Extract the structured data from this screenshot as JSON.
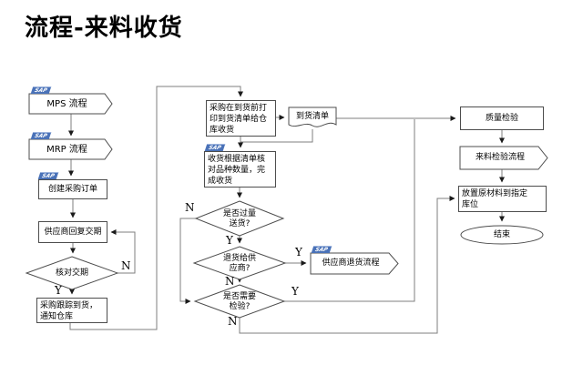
{
  "title": "流程-来料收货",
  "badge": "SAP",
  "colors": {
    "connector": "#7f7f7f",
    "shape_border": "#4d4d4d",
    "badge_blue": "#4a72b8",
    "text": "#000000",
    "background": "#ffffff"
  },
  "labels": {
    "yes": "Y",
    "no": "N"
  },
  "nodes": {
    "mps": {
      "label": "MPS 流程"
    },
    "mrp": {
      "label": "MRP 流程"
    },
    "create_po": {
      "label": "创建采购订单"
    },
    "supplier_reply": {
      "label": "供应商回复交期"
    },
    "check_date": {
      "label": "核对交期"
    },
    "track_arrival": {
      "lines": [
        "采购跟踪到货，",
        "通知仓库"
      ]
    },
    "print_list": {
      "lines": [
        "采购在到货前打",
        "印到货清单给仓",
        "库收货"
      ]
    },
    "arrival_list": {
      "label": "到货清单"
    },
    "receive": {
      "lines": [
        "收货根据清单核",
        "对品种数量，完",
        "成收货"
      ]
    },
    "over_qty": {
      "lines": [
        "是否过量",
        "送货?"
      ]
    },
    "return_supplier": {
      "lines": [
        "退货给供",
        "应商?"
      ]
    },
    "need_inspection": {
      "lines": [
        "是否需要",
        "检验?"
      ]
    },
    "supplier_return_flow": {
      "label": "供应商退货流程"
    },
    "quality_check": {
      "label": "质量检验"
    },
    "incoming_inspection_flow": {
      "label": "来料检验流程"
    },
    "putaway": {
      "lines": [
        "放置原材料到指定",
        "库位"
      ]
    },
    "end": {
      "label": "结束"
    }
  }
}
